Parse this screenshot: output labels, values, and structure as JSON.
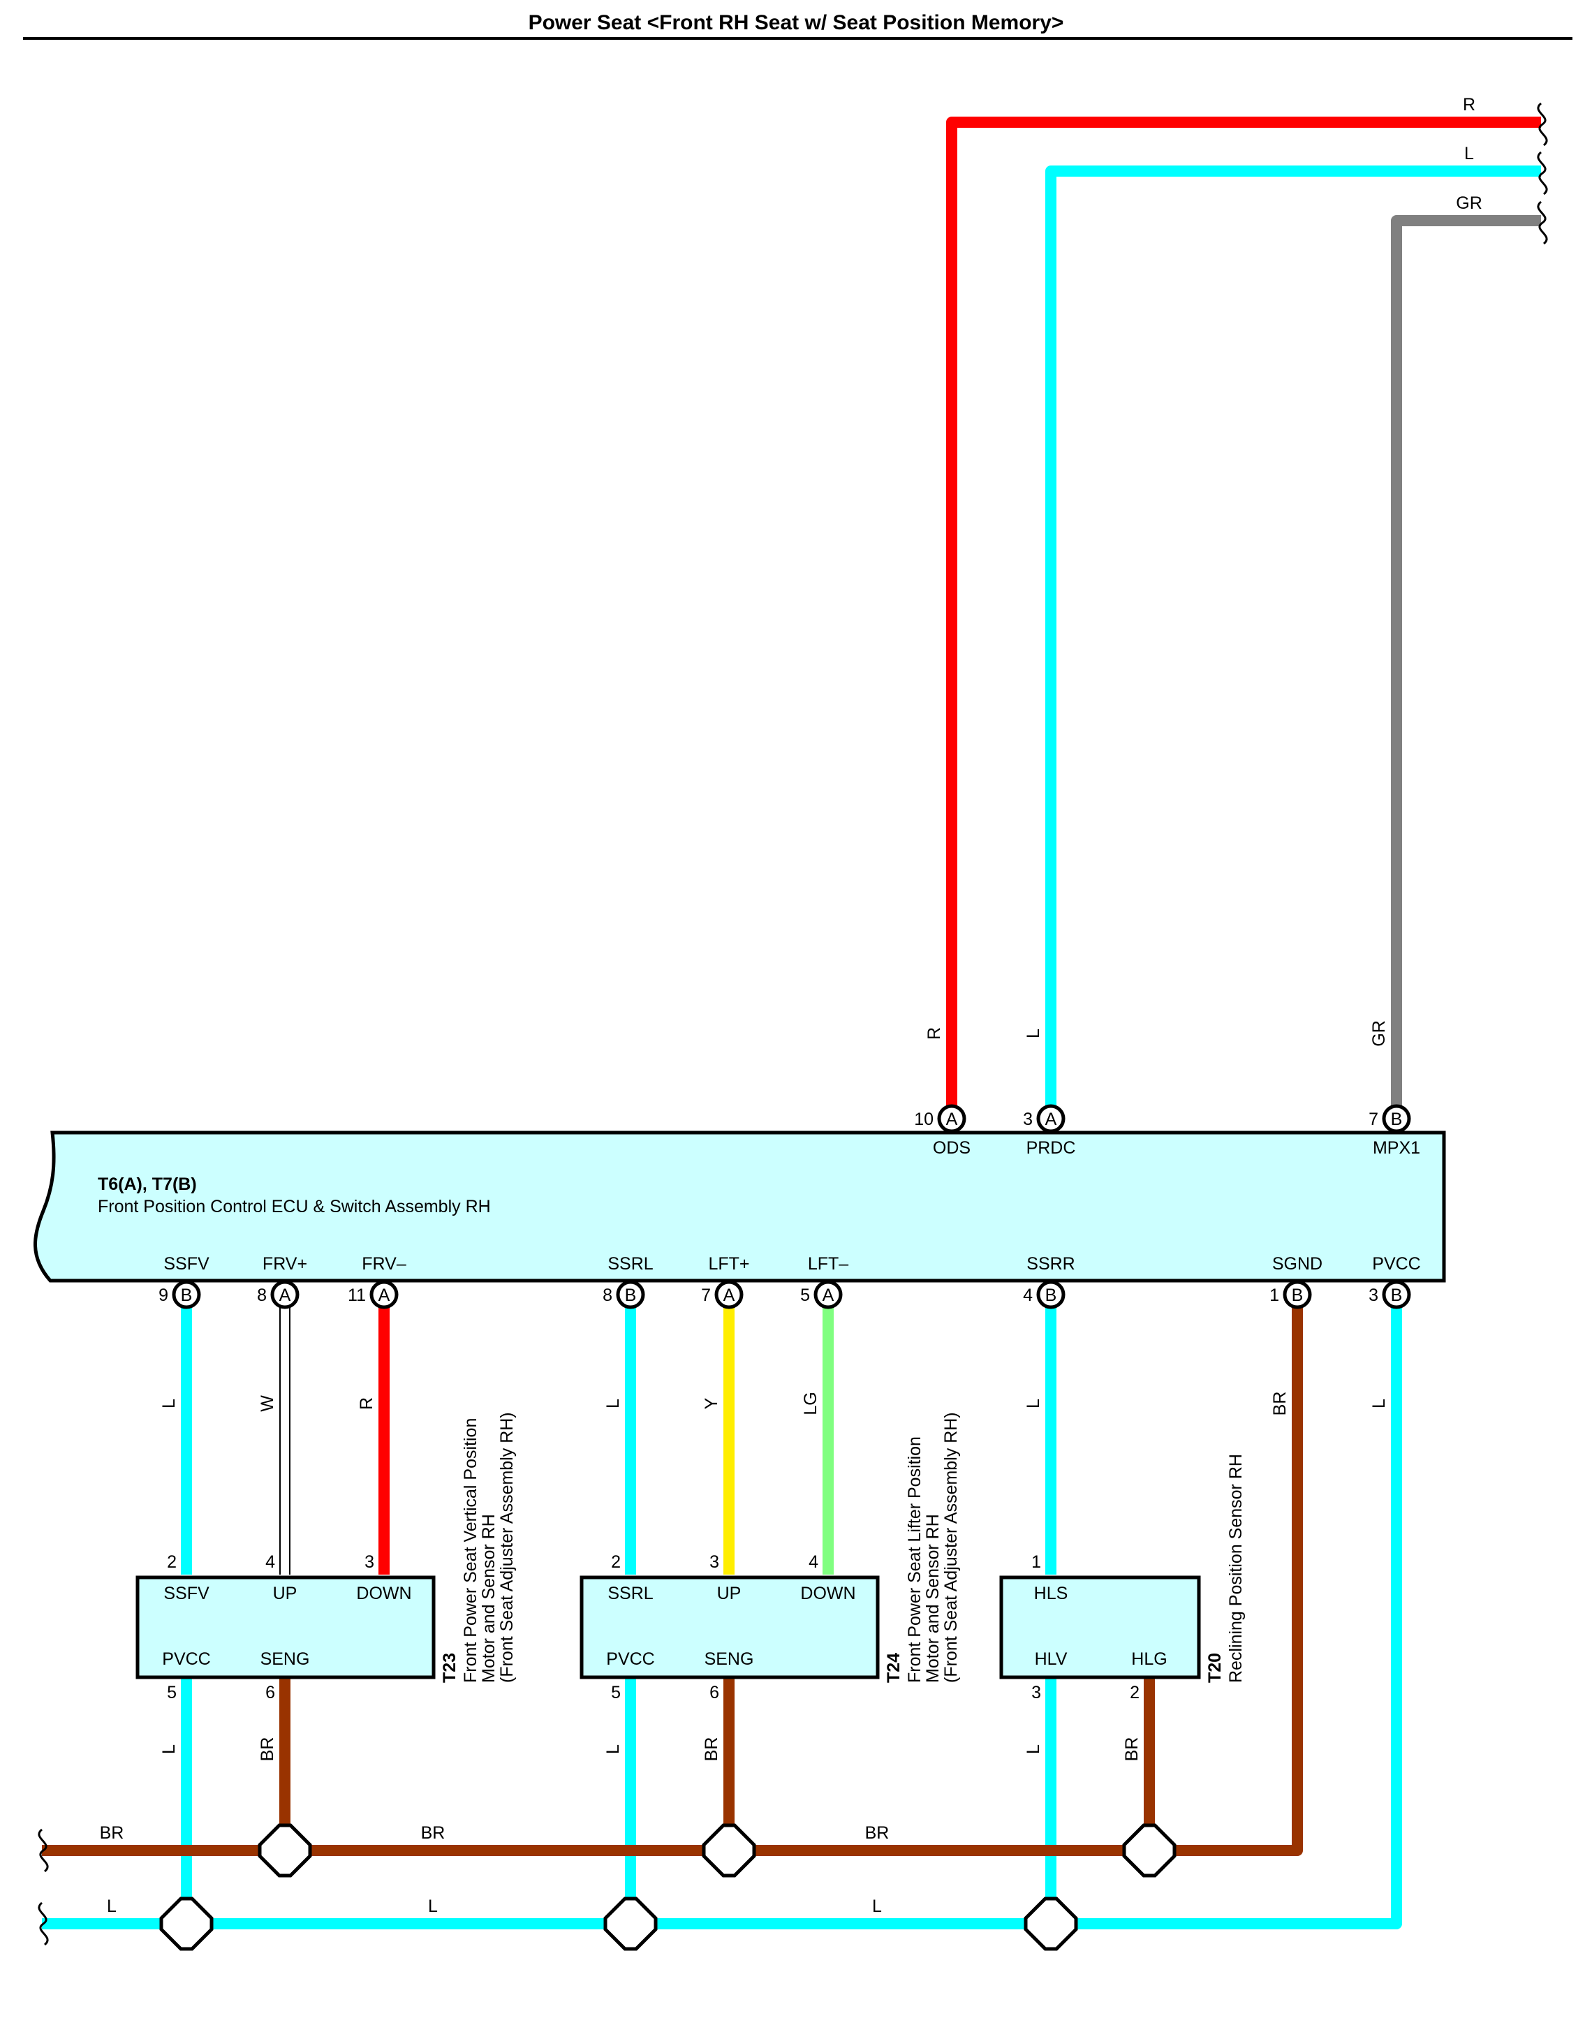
{
  "title": "Power Seat <Front RH Seat w/ Seat Position Memory>",
  "colors": {
    "R": "#ff0000",
    "L": "#00ffff",
    "GR": "#808080",
    "BR": "#993300",
    "Y": "#ffee00",
    "LG": "#80ff80",
    "W": "#ffffff",
    "component_fill": "#ccffff"
  },
  "ecu": {
    "connector_ids": "T6(A), T7(B)",
    "name": "Front Position Control ECU & Switch Assembly RH",
    "top_pins": [
      {
        "num": "10",
        "conn": "A",
        "name": "ODS",
        "wire": "R"
      },
      {
        "num": "3",
        "conn": "A",
        "name": "PRDC",
        "wire": "L"
      },
      {
        "num": "7",
        "conn": "B",
        "name": "MPX1",
        "wire": "GR"
      }
    ],
    "bottom_pins": [
      {
        "num": "9",
        "conn": "B",
        "name": "SSFV",
        "wire": "L"
      },
      {
        "num": "8",
        "conn": "A",
        "name": "FRV+",
        "wire": "W"
      },
      {
        "num": "11",
        "conn": "A",
        "name": "FRV–",
        "wire": "R"
      },
      {
        "num": "8",
        "conn": "B",
        "name": "SSRL",
        "wire": "L"
      },
      {
        "num": "7",
        "conn": "A",
        "name": "LFT+",
        "wire": "Y"
      },
      {
        "num": "5",
        "conn": "A",
        "name": "LFT–",
        "wire": "LG"
      },
      {
        "num": "4",
        "conn": "B",
        "name": "SSRR",
        "wire": "L"
      },
      {
        "num": "1",
        "conn": "B",
        "name": "SGND",
        "wire": "BR"
      },
      {
        "num": "3",
        "conn": "B",
        "name": "PVCC",
        "wire": "L"
      }
    ]
  },
  "offpage_wires": [
    {
      "label": "R"
    },
    {
      "label": "L"
    },
    {
      "label": "GR"
    }
  ],
  "components": [
    {
      "id": "T23",
      "desc": [
        "Front Power Seat Vertical Position",
        "Motor and Sensor RH",
        "(Front Seat Adjuster Assembly RH)"
      ],
      "top_pins": [
        {
          "num": "2",
          "name": "SSFV"
        },
        {
          "num": "4",
          "name": "UP"
        },
        {
          "num": "3",
          "name": "DOWN"
        }
      ],
      "bottom_pins": [
        {
          "num": "5",
          "name": "PVCC",
          "wire": "L"
        },
        {
          "num": "6",
          "name": "SENG",
          "wire": "BR"
        }
      ]
    },
    {
      "id": "T24",
      "desc": [
        "Front Power Seat Lifter Position",
        "Motor and Sensor RH",
        "(Front Seat Adjuster Assembly RH)"
      ],
      "top_pins": [
        {
          "num": "2",
          "name": "SSRL"
        },
        {
          "num": "3",
          "name": "UP"
        },
        {
          "num": "4",
          "name": "DOWN"
        }
      ],
      "bottom_pins": [
        {
          "num": "5",
          "name": "PVCC",
          "wire": "L"
        },
        {
          "num": "6",
          "name": "SENG",
          "wire": "BR"
        }
      ]
    },
    {
      "id": "T20",
      "desc": [
        "Reclining Position Sensor RH"
      ],
      "top_pins": [
        {
          "num": "1",
          "name": "HLS"
        }
      ],
      "bottom_pins": [
        {
          "num": "3",
          "name": "HLV",
          "wire": "L"
        },
        {
          "num": "2",
          "name": "HLG",
          "wire": "BR"
        }
      ]
    }
  ],
  "bus_wires": {
    "br": {
      "labels": [
        "BR",
        "BR",
        "BR"
      ]
    },
    "l": {
      "labels": [
        "L",
        "L",
        "L"
      ]
    }
  }
}
